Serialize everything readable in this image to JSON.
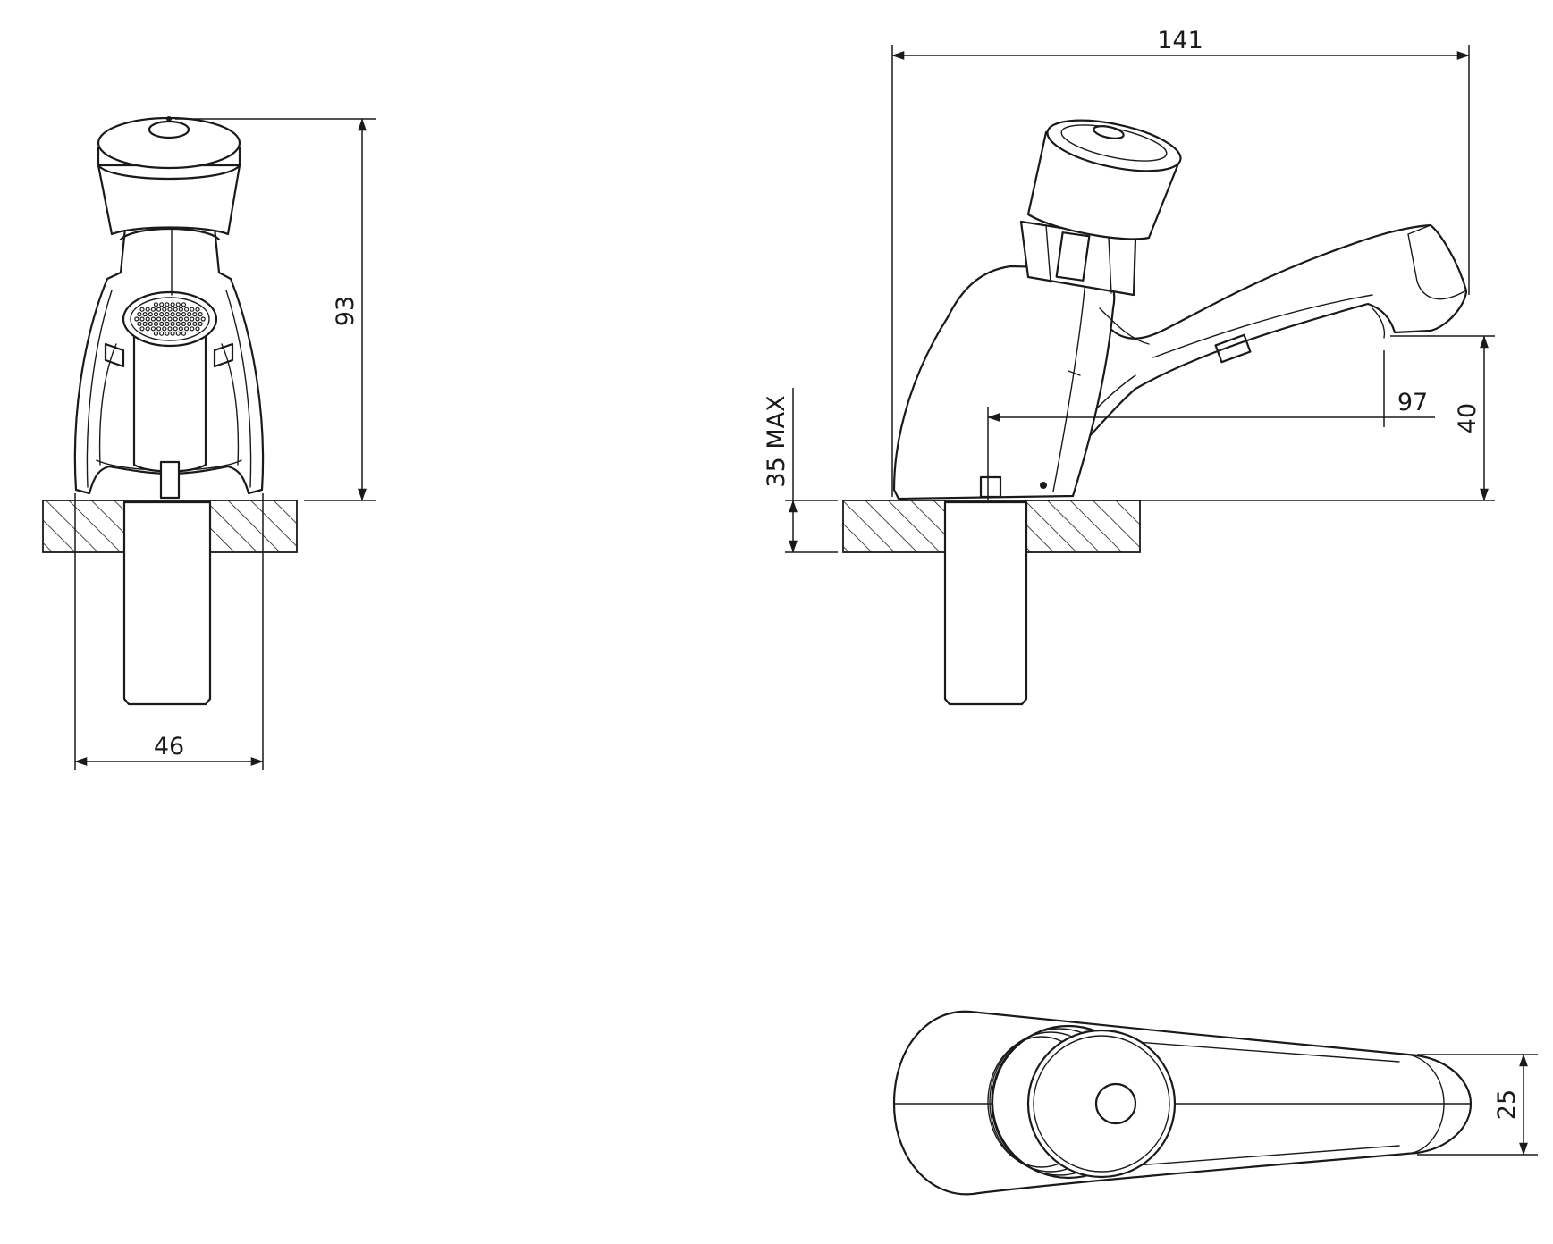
{
  "views": {
    "front": {
      "dim_width": "46",
      "dim_height": "93"
    },
    "side": {
      "dim_overall_length": "141",
      "dim_spout_reach": "97",
      "dim_spout_height": "40",
      "dim_deck_thickness": "35 MAX"
    },
    "top": {
      "dim_spout_width": "25"
    }
  },
  "colors": {
    "line": "#1a1a1a",
    "background": "#ffffff"
  }
}
